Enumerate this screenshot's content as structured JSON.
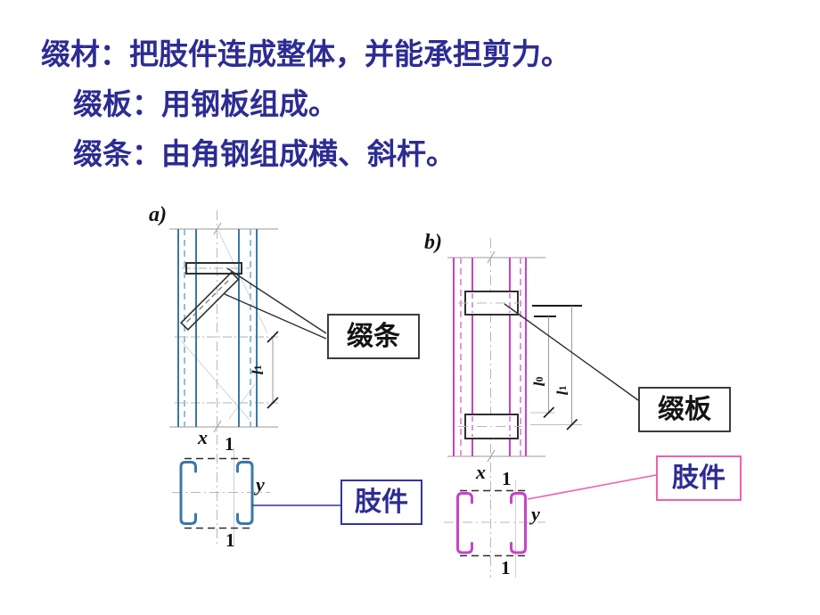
{
  "slide": {
    "title_lines": [
      "缀材：把肢件连成整体，并能承担剪力。",
      "缀板：用钢板组成。",
      "缀条：由角钢组成横、斜杆。"
    ]
  },
  "figure_a": {
    "tag": "a)",
    "callout_lacing": "缀条",
    "callout_limb": "肢件",
    "axis_x": "x",
    "axis_y": "y",
    "section_mark": "1",
    "dim_l1": {
      "base": "l",
      "sub": "1"
    }
  },
  "figure_b": {
    "tag": "b)",
    "callout_batten": "缀板",
    "callout_limb": "肢件",
    "axis_x": "x",
    "axis_y": "y",
    "section_mark": "1",
    "dim_l0": {
      "base": "l",
      "sub": "0"
    },
    "dim_l1": {
      "base": "l",
      "sub": "1"
    }
  },
  "colors": {
    "background": "#ffffff",
    "title_text": "#2c2c94",
    "member_a_solid": "#3a78a8",
    "member_a_dashed": "#93bedd",
    "member_b_solid": "#c743c7",
    "member_b_dashed": "#de97de",
    "callout_border_dark": "#3c3c3c",
    "limb_callout_a_border": "#3434a0",
    "limb_callout_b_border": "#ef5fb0",
    "centerline_gray": "#b8b8b8",
    "leader_black": "#2f2f2f"
  }
}
